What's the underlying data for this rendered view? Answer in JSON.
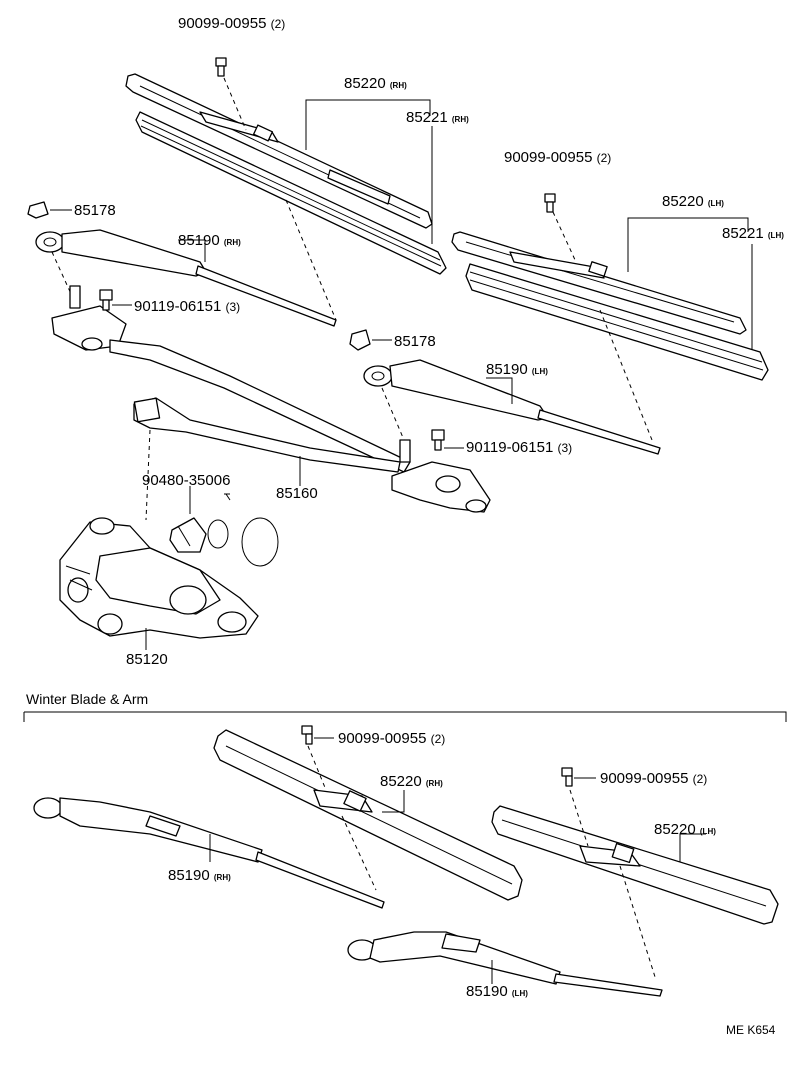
{
  "callouts": {
    "bolt_blade_rh": {
      "part": "90099-00955",
      "qty": "(2)"
    },
    "blade_rh_85220": {
      "part": "85220",
      "side": "(RH)"
    },
    "blade_rh_85221": {
      "part": "85221",
      "side": "(RH)"
    },
    "bolt_blade_lh": {
      "part": "90099-00955",
      "qty": "(2)"
    },
    "blade_lh_85220": {
      "part": "85220",
      "side": "(LH)"
    },
    "blade_lh_85221": {
      "part": "85221",
      "side": "(LH)"
    },
    "cap_rh": {
      "part": "85178"
    },
    "arm_rh": {
      "part": "85190",
      "side": "(RH)"
    },
    "nut_rh": {
      "part": "90119-06151",
      "qty": "(3)"
    },
    "cap_lh": {
      "part": "85178"
    },
    "arm_lh": {
      "part": "85190",
      "side": "(LH)"
    },
    "nut_lh": {
      "part": "90119-06151",
      "qty": "(3)"
    },
    "grommet": {
      "part": "90480-35006"
    },
    "link": {
      "part": "85160"
    },
    "motor": {
      "part": "85120"
    },
    "w_bolt_rh": {
      "part": "90099-00955",
      "qty": "(2)"
    },
    "w_blade_rh": {
      "part": "85220",
      "side": "(RH)"
    },
    "w_bolt_lh": {
      "part": "90099-00955",
      "qty": "(2)"
    },
    "w_blade_lh": {
      "part": "85220",
      "side": "(LH)"
    },
    "w_arm_rh": {
      "part": "85190",
      "side": "(RH)"
    },
    "w_arm_lh": {
      "part": "85190",
      "side": "(LH)"
    }
  },
  "section": {
    "title": "Winter Blade & Arm"
  },
  "footer": {
    "code": "ME K654"
  },
  "icons": [
    "bolt-icon",
    "nut-icon",
    "cap-icon",
    "wiper-blade-icon",
    "wiper-arm-icon",
    "link-rod-icon",
    "motor-icon",
    "grommet-icon"
  ]
}
